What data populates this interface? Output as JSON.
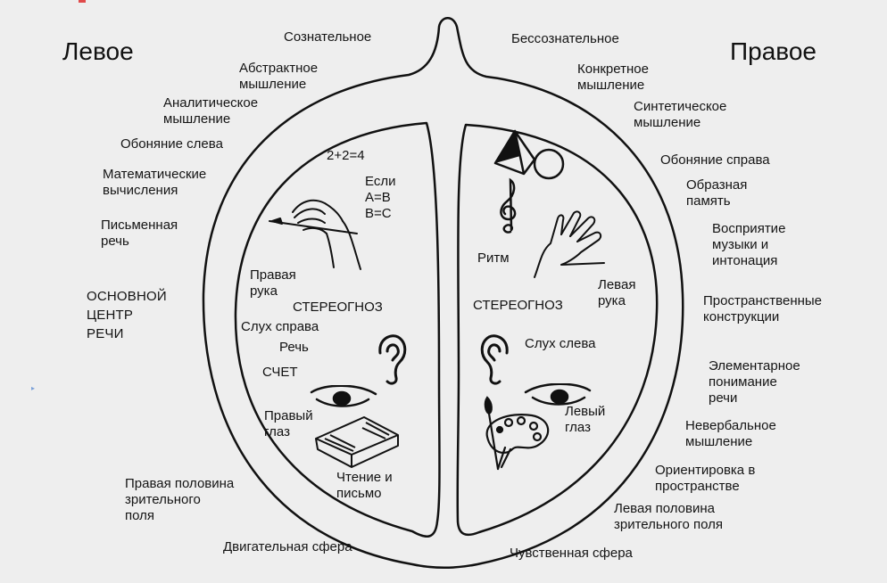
{
  "titles": {
    "left": "Левое",
    "right": "Правое"
  },
  "center": {
    "left": "Сознательное",
    "right": "Бессознательное"
  },
  "left_labels": {
    "abstract": "Абстрактное\nмышление",
    "analytic": "Аналитическое\nмышление",
    "smell": "Обоняние слева",
    "math": "Математические\nвычисления",
    "writing_speech": "Письменная\nречь",
    "speech_center": "ОСНОВНОЙ\n  ЦЕНТР\nРЕЧИ",
    "visual_field": "Правая половина\nзрительного\nполя",
    "motor": "Двигательная сфера"
  },
  "right_labels": {
    "concrete": "Конкретное\nмышление",
    "synthetic": "Синтетическое\nмышление",
    "smell": "Обоняние справа",
    "imagery": "Образная\nпамять",
    "music": "Восприятие\nмузыки и\nинтонация",
    "spatial_constructs": "Пространственные\nконструкции",
    "speech_understanding": "Элементарное\nпонимание\nречи",
    "nonverbal": "Невербальное\nмышление",
    "orientation": "Ориентировка в\nпространстве",
    "visual_field": "Левая половина\nзрительного поля",
    "sensory": "Чувственная сфера"
  },
  "left_inner": {
    "sum": "2+2=4",
    "if": "Если\nA=B\nB=C",
    "hand": "Правая\nрука",
    "stereognosis": "СТЕРЕОГНОЗ",
    "hearing": "Слух справа",
    "speech": "Речь",
    "count": "СЧЕТ",
    "eye": "Правый\nглаз",
    "reading": "Чтение и\nписьмо"
  },
  "right_inner": {
    "rhythm": "Ритм",
    "hand": "Левая\nрука",
    "stereognosis": "СТЕРЕОГНОЗ",
    "hearing": "Слух слева",
    "eye": "Левый\nглаз"
  },
  "icons": [
    "hand-writing-icon",
    "ear-icon",
    "eye-icon",
    "open-book-icon",
    "pyramid-icon",
    "circle-icon",
    "treble-clef-icon",
    "open-hand-icon",
    "palette-icon",
    "brush-icon"
  ],
  "colors": {
    "background": "#eeeeee",
    "ink": "#111111"
  }
}
